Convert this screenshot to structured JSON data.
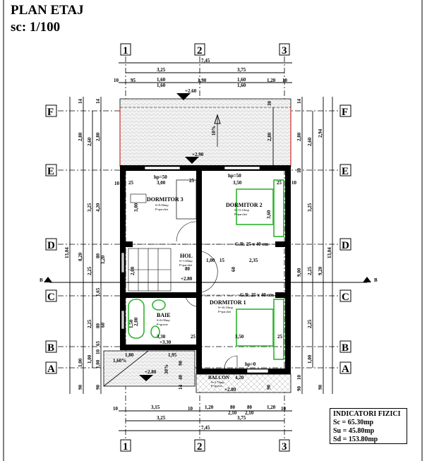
{
  "title": "PLAN ETAJ",
  "scale": "sc: 1/100",
  "grid_columns": [
    "1",
    "2",
    "3"
  ],
  "grid_rows": [
    "F",
    "E",
    "D",
    "C",
    "B",
    "A"
  ],
  "section_marker": "B",
  "top_dims": {
    "overall": "7,45",
    "axes": [
      "3,25",
      "3,75"
    ],
    "openings": [
      "10",
      "95",
      "1,60",
      "1,60",
      "1,90",
      "1,60",
      "1,60",
      "1,20",
      "10"
    ]
  },
  "bottom_dims": {
    "openings": [
      "10",
      "3,15",
      "10",
      "1,20",
      "80",
      "2,10",
      "80",
      "2,10",
      "1,20",
      "10"
    ],
    "axes": [
      "3,25",
      "3,75"
    ],
    "overall": "7,45"
  },
  "left_dims": {
    "total": "13,04",
    "chain1": [
      "14",
      "2,80",
      "8,20",
      "1,00",
      "90"
    ],
    "chain2": [
      "2,60",
      "3,25",
      "2,25",
      "2,25",
      "1,00"
    ],
    "chain3": [
      "14",
      "2,80",
      "4,20",
      "80",
      "1,20",
      "1,65",
      "80",
      "60",
      "65",
      "10",
      "1,00",
      "90"
    ]
  },
  "right_dims": {
    "total": "13,04",
    "chain1": [
      "14",
      "2,80",
      "10",
      "9,00",
      "10",
      "90"
    ],
    "chain2": [
      "2,60",
      "3,25",
      "2,25",
      "2,25",
      "1,00"
    ],
    "chain3": [
      "2,94",
      "9,20",
      "90"
    ]
  },
  "roof": {
    "level_top": "+2.60",
    "level_bottom": "+2.90",
    "slope": "10%",
    "depth": "2,80",
    "edge": "30"
  },
  "rooms": {
    "dormitor3": {
      "name": "DORMITOR 3",
      "area": "S=9.00mp",
      "floor": "P=parchet",
      "hp": "hp=50",
      "width": "3,00",
      "wall": "25",
      "depth": "3,00",
      "left": "25",
      "edge": "10"
    },
    "dormitor2": {
      "name": "DORMITOR 2",
      "area": "S=13.10mp",
      "floor": "P=parchet",
      "hp": "hp=50",
      "width": "3,50",
      "wall": "25",
      "depth": "3,60",
      "edge": "10"
    },
    "hol": {
      "name": "HOL",
      "area": "S=1.60mp",
      "floor": "P=parchet",
      "door": "80",
      "level": "+2.80",
      "d1": "1,00",
      "d2": "15",
      "d3": "2,35",
      "d4": "15",
      "d5": "60",
      "stair_h": "2,00"
    },
    "baie": {
      "name": "BAIE",
      "area": "S=6.00mp",
      "floor": "P=gresie",
      "width": "3,30",
      "tub": "2,00",
      "tub_w": "1,50",
      "level": "+3.30"
    },
    "dormitor1": {
      "name": "DORMITOR 1",
      "area": "S=16.10mp",
      "floor": "P=parchet",
      "width": "3,50",
      "wall": "25",
      "hp": "hp=0",
      "wall2": "25"
    },
    "balcon": {
      "name": "BALCON",
      "area": "S=3.70mp",
      "floor": "P=gresie",
      "level": "+2.80",
      "width": "4,20",
      "depth": "90"
    },
    "terasa": {
      "slope1": "1,60%",
      "slope2": "30%",
      "level": "+2.80",
      "w1": "1,80",
      "w2": "1,95",
      "d1": "90",
      "d2": "40",
      "d3": "14"
    }
  },
  "beam_label": "G.R. 25 x 40 cm",
  "indicators": {
    "title": "INDICATORI FIZICI",
    "sc": "Sc = 65.30mp",
    "su": "Su = 45.80mp",
    "sd": "Sd = 153.80mp"
  }
}
